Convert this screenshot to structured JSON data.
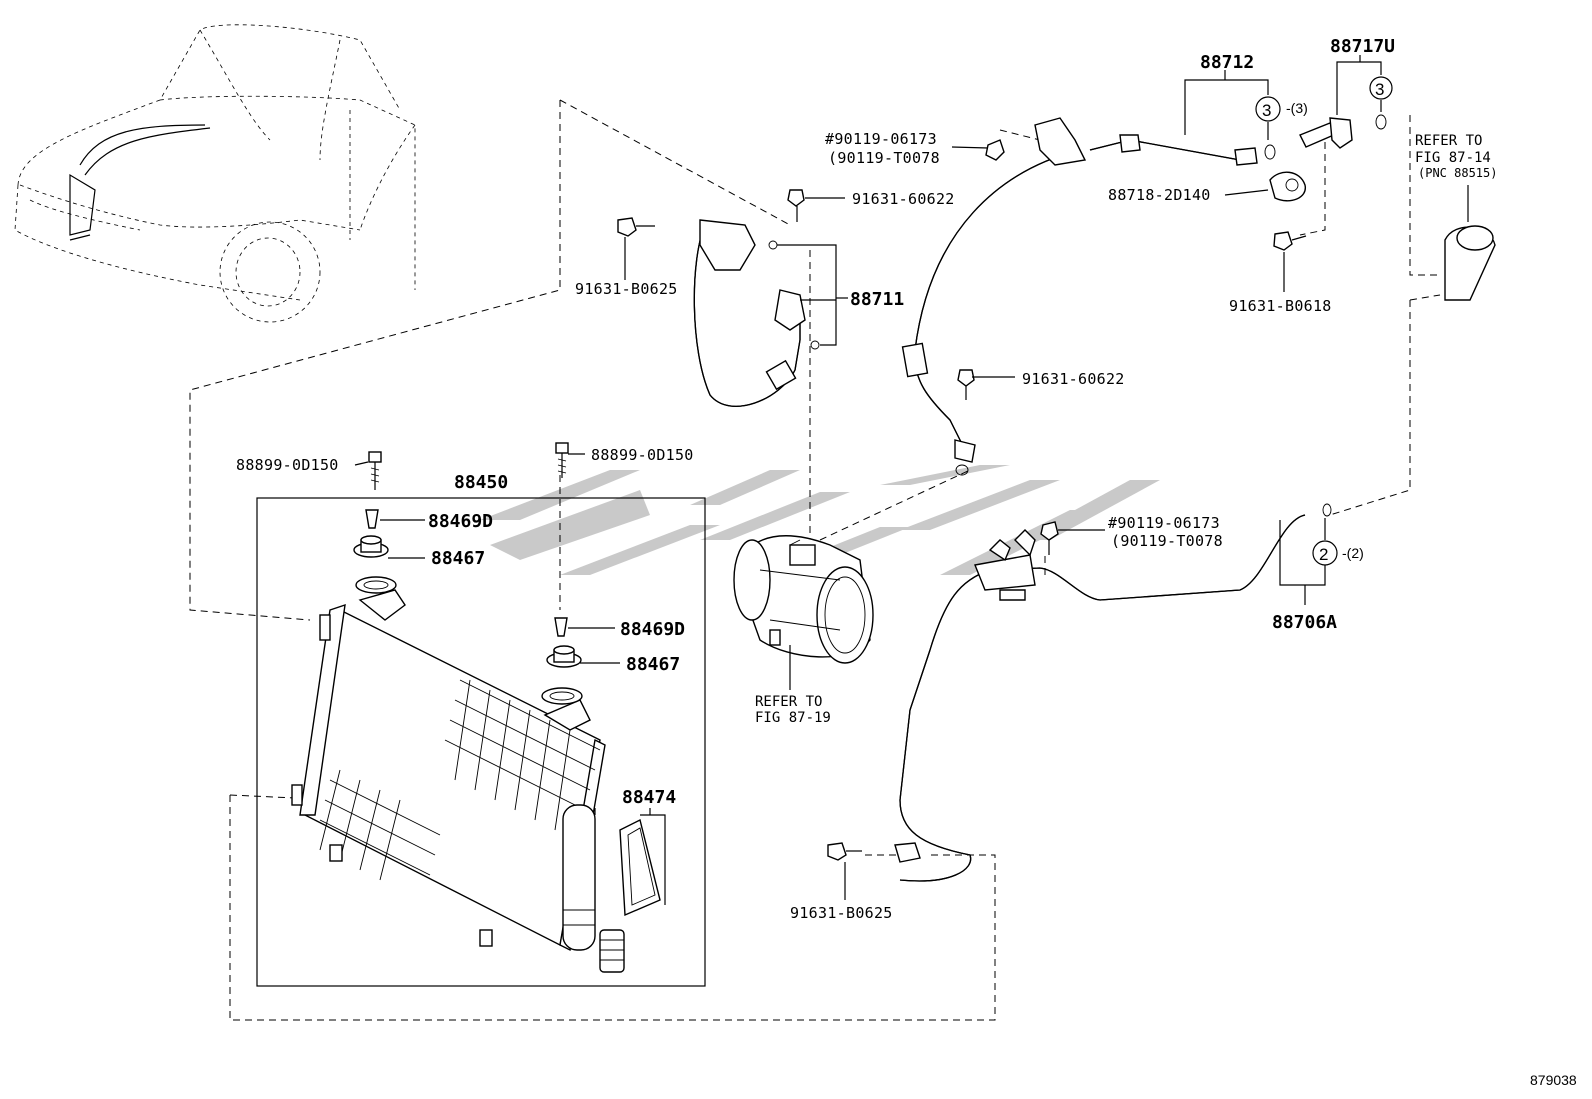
{
  "labels": {
    "p88712": "88712",
    "p88717U": "88717U",
    "p90119_06173_top": "#90119-06173",
    "p90119_T0078_top": "(90119-T0078",
    "p91631_60622_top": "91631-60622",
    "p91631_B0625_top": "91631-B0625",
    "p88711": "88711",
    "p88718_2D140": "88718-2D140",
    "p91631_B0618": "91631-B0618",
    "p91631_60622_mid": "91631-60622",
    "p88899_0D150_left": "88899-0D150",
    "p88899_0D150_right": "88899-0D150",
    "p88450": "88450",
    "p88469D_top": "88469D",
    "p88467_top": "88467",
    "p88469D_bottom": "88469D",
    "p88467_bottom": "88467",
    "p88474": "88474",
    "p90119_06173_mid": "#90119-06173",
    "p90119_T0078_mid": "(90119-T0078",
    "p88706A": "88706A",
    "p91631_B0625_bottom": "91631-B0625"
  },
  "circled": {
    "c3_left": "3",
    "c3_left_qty": "-(3)",
    "c3_right": "3",
    "c2": "2",
    "c2_qty": "-(2)"
  },
  "references": {
    "ref_87_14_line1": "REFER TO",
    "ref_87_14_line2": "FIG 87-14",
    "ref_87_14_line3": "(PNC 88515)",
    "ref_87_19_line1": "REFER TO",
    "ref_87_19_line2": "FIG 87-19"
  },
  "figure_number": "879038"
}
